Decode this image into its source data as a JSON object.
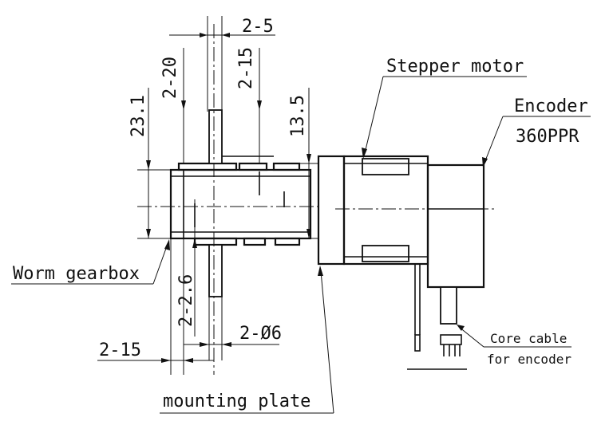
{
  "labels": {
    "stepper_motor": "Stepper motor",
    "encoder": "Encoder",
    "encoder_ppr": "360PPR",
    "worm_gearbox": "Worm gearbox",
    "mounting_plate": "mounting plate",
    "core_cable_line1": "Core cable",
    "core_cable_line2": "for encoder"
  },
  "dimensions": {
    "d_2_5": "2-5",
    "d_2_20": "2-20",
    "d_2_15_top": "2-15",
    "d_23_1": "23.1",
    "d_13_5": "13.5",
    "d_2_2_6": "2-2.6",
    "d_2_06": "2-Ø6",
    "d_2_15_bottom": "2-15"
  },
  "colors": {
    "ink": "#111111",
    "paper": "#ffffff"
  }
}
